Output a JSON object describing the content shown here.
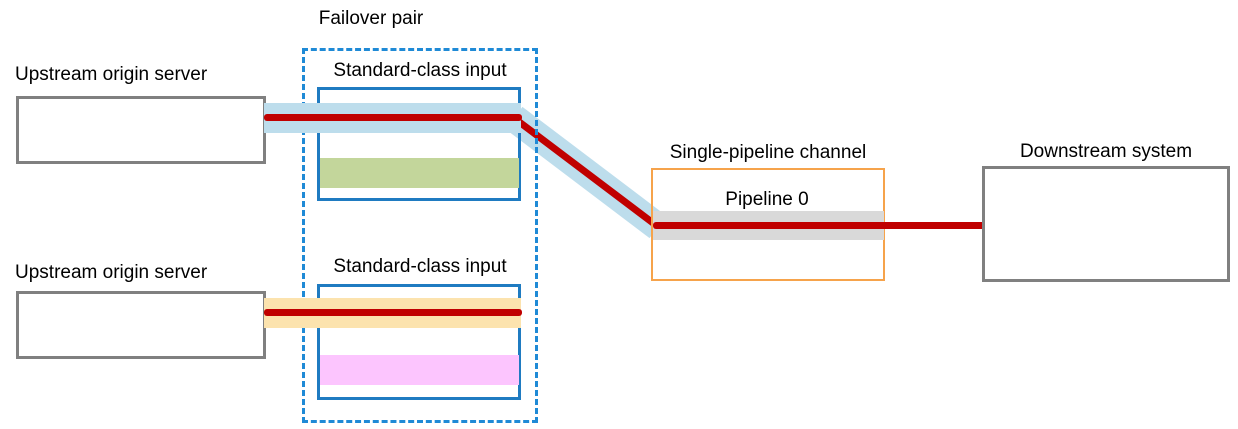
{
  "diagram": {
    "title_group_failover": "Failover pair",
    "nodes": {
      "upstream_top_label": "Upstream origin server",
      "upstream_bottom_label": "Upstream origin server",
      "input_top_label": "Standard-class input",
      "input_bottom_label": "Standard-class input",
      "channel_label": "Single-pipeline channel",
      "pipeline_label": "Pipeline 0",
      "downstream_label": "Downstream system"
    },
    "colors": {
      "flow_red": "#C00000",
      "band_blue": "#BDDDEC",
      "band_tan": "#FCE3AE",
      "band_green": "#C3D69B",
      "band_pink": "#FCC5FE",
      "band_gray": "#D9D9D9",
      "box_gray": "#808080",
      "box_blue": "#1F7BC1",
      "box_orange": "#F6A34B",
      "dashed_blue": "#1F8AD6"
    }
  }
}
